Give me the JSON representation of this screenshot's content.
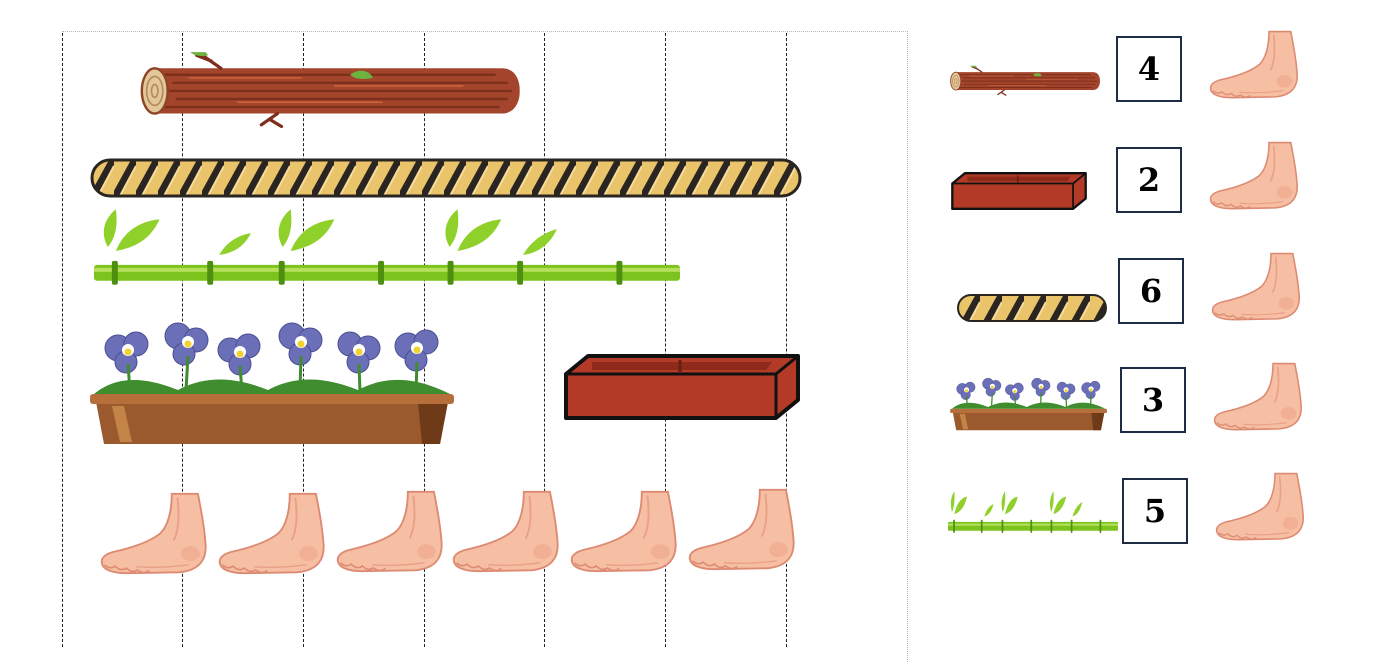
{
  "title_fragment": " ",
  "units": {
    "unit_name": "foot",
    "board_foot_count": 6
  },
  "board_objects": [
    {
      "name": "log",
      "icon": "log-icon"
    },
    {
      "name": "rope",
      "icon": "rope-icon"
    },
    {
      "name": "bamboo",
      "icon": "bamboo-icon"
    },
    {
      "name": "flower-box",
      "icon": "flower-box-icon"
    },
    {
      "name": "brick",
      "icon": "brick-icon"
    }
  ],
  "answer_rows": [
    {
      "object": "log",
      "icon": "log-icon",
      "value": "4"
    },
    {
      "object": "brick",
      "icon": "brick-icon",
      "value": "2"
    },
    {
      "object": "rope",
      "icon": "rope-icon",
      "value": "6"
    },
    {
      "object": "flower-box",
      "icon": "flower-box-icon",
      "value": "3"
    },
    {
      "object": "bamboo",
      "icon": "bamboo-icon",
      "value": "5"
    }
  ],
  "colors": {
    "log": "#a3452c",
    "log_end": "#e2c79a",
    "rope_light": "#e9c46a",
    "rope_dark": "#2a2520",
    "bamboo": "#7cc31e",
    "brick": "#b23a26",
    "planter": "#9b5a2e",
    "petal": "#6b6fb8",
    "foot": "#f4b79a",
    "box_border": "#1d2b45"
  }
}
